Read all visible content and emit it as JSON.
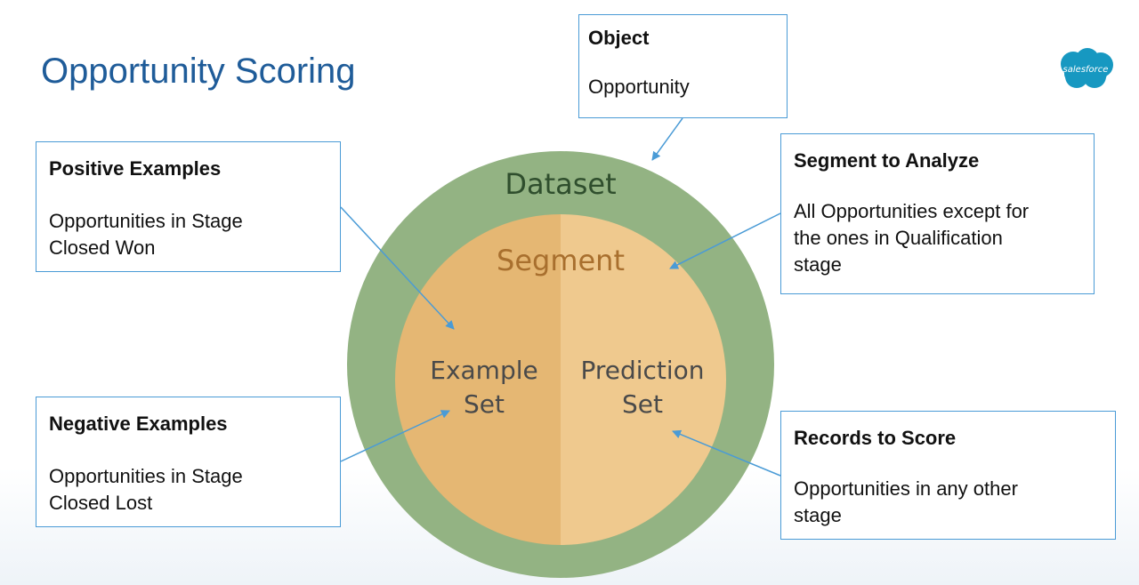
{
  "title": "Opportunity Scoring",
  "logo": {
    "text": "salesforce",
    "icon": "salesforce-cloud-logo",
    "color": "#1798c1"
  },
  "colors": {
    "title": "#1f5c99",
    "dataset": "#93b383",
    "example_set": "#e5b773",
    "prediction_set": "#efc98e",
    "box_border": "#4a9bd6",
    "arrow": "#4a9bd6"
  },
  "circle": {
    "outer_label": "Dataset",
    "inner_label": "Segment",
    "left_label": [
      "Example",
      "Set"
    ],
    "right_label": [
      "Prediction",
      "Set"
    ]
  },
  "boxes": {
    "object": {
      "heading": "Object",
      "body": "Opportunity"
    },
    "positive": {
      "heading": "Positive Examples",
      "body": [
        "Opportunities in Stage",
        "Closed Won"
      ]
    },
    "negative": {
      "heading": "Negative Examples",
      "body": [
        "Opportunities in Stage",
        "Closed Lost"
      ]
    },
    "segment": {
      "heading": "Segment to Analyze",
      "body": [
        "All Opportunities except for",
        "the ones in Qualification",
        "stage"
      ]
    },
    "records": {
      "heading": "Records to Score",
      "body": [
        "Opportunities in any other",
        "stage"
      ]
    }
  }
}
